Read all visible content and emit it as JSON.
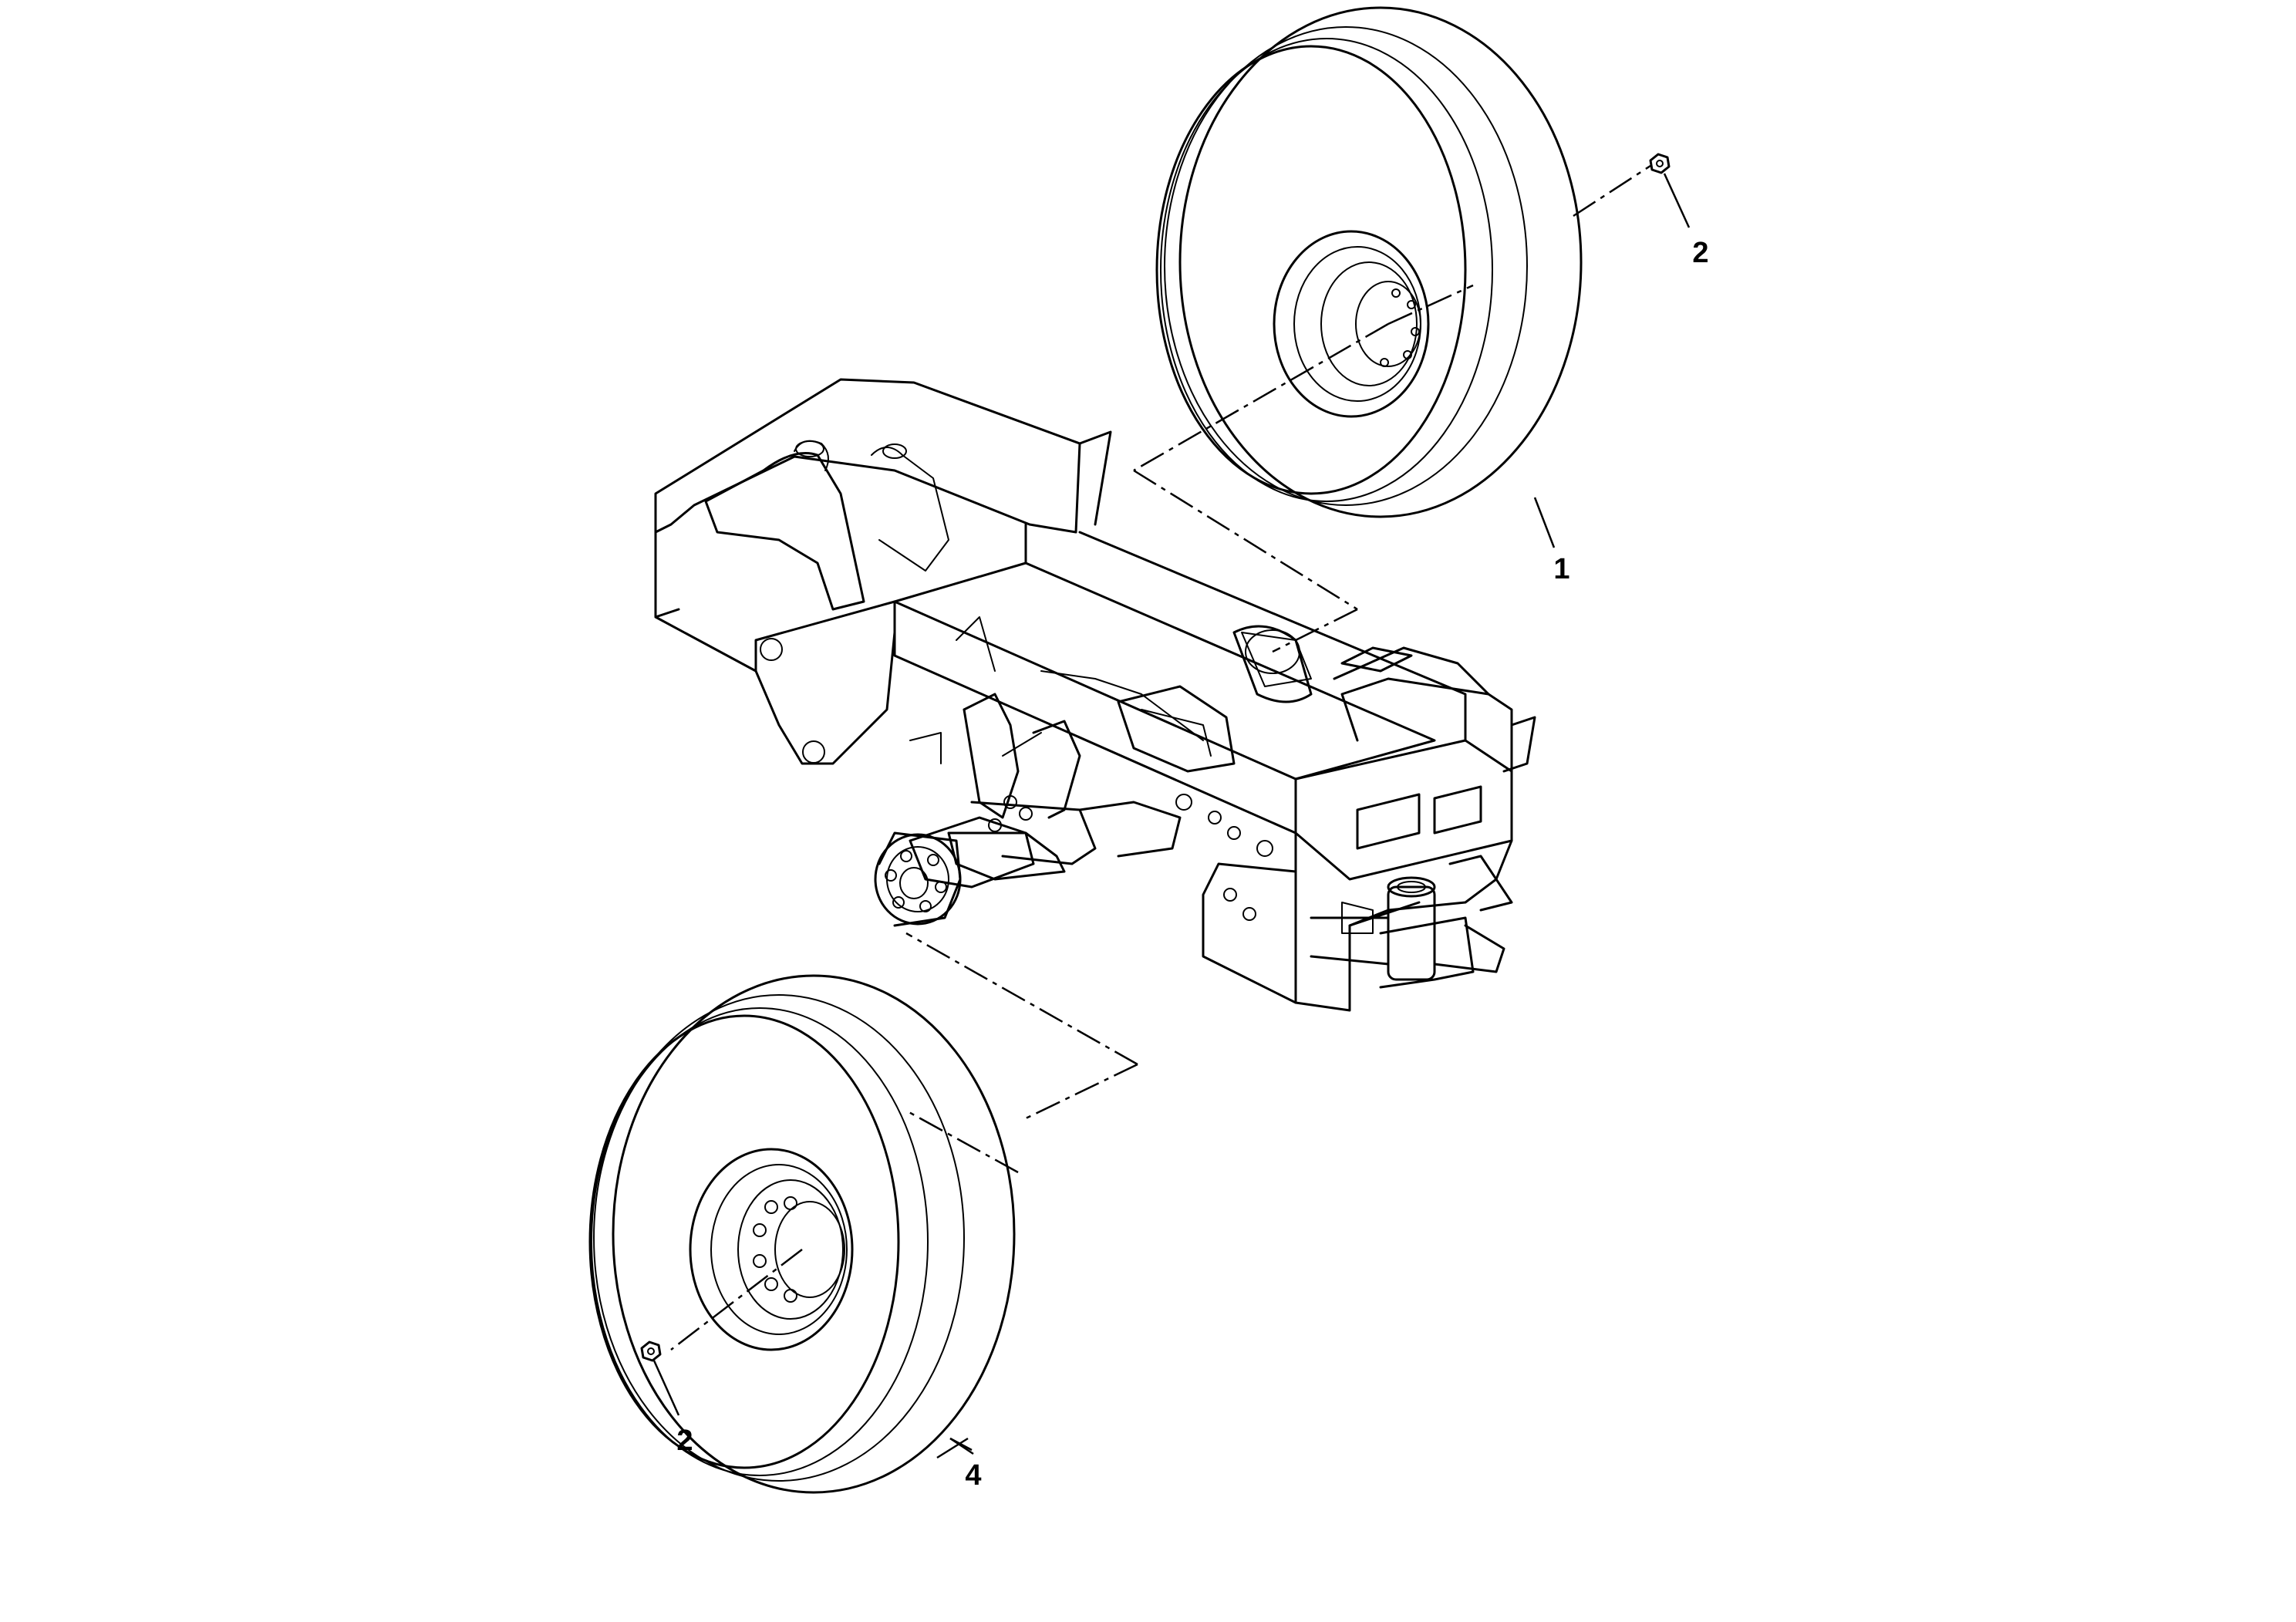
{
  "diagram": {
    "callouts": [
      {
        "id": "c1",
        "label": "1"
      },
      {
        "id": "c2a",
        "label": "2"
      },
      {
        "id": "c2b",
        "label": "2"
      },
      {
        "id": "c4",
        "label": "4"
      }
    ],
    "parts": [
      "tire-wheel-assembly-rear",
      "wheel-nut",
      "chassis-frame",
      "drive-axle",
      "tire-wheel-assembly-front"
    ]
  }
}
